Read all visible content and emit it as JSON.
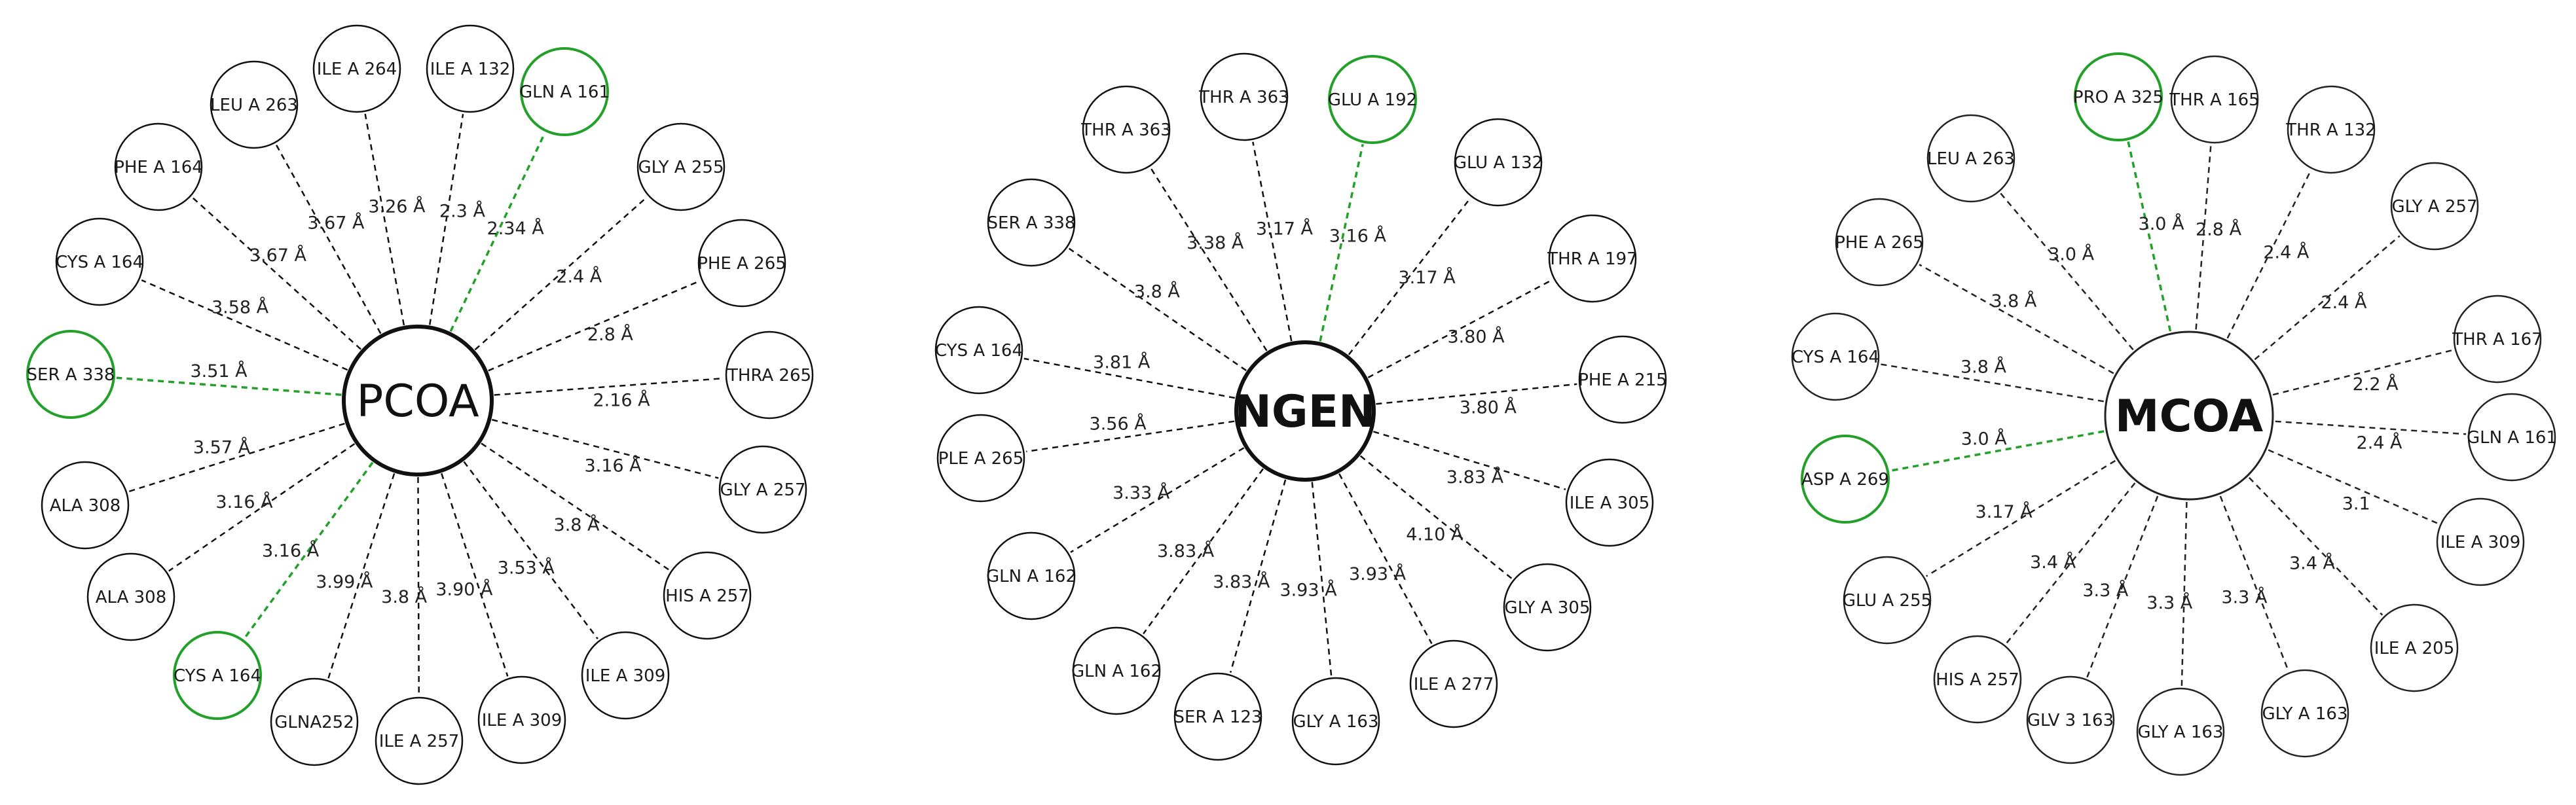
{
  "colors": {
    "default_stroke": "#111111",
    "highlight": "#22a02a",
    "background": "#ffffff"
  },
  "panels": [
    {
      "center": "PCOA",
      "residues": [
        {
          "name": "ILE A 264",
          "distance": "3.26 Å",
          "highlight": false
        },
        {
          "name": "ILE A 132",
          "distance": "2.3 Å",
          "highlight": false
        },
        {
          "name": "GLN A 161",
          "distance": "2.34 Å",
          "highlight": true
        },
        {
          "name": "GLY A 255",
          "distance": "2.4 Å",
          "highlight": false
        },
        {
          "name": "PHE A 265",
          "distance": "2.8 Å",
          "highlight": false
        },
        {
          "name": "THRA 265",
          "distance": "2.16 Å",
          "highlight": false
        },
        {
          "name": "GLY A 257",
          "distance": "3.16 Å",
          "highlight": false
        },
        {
          "name": "HIS A 257",
          "distance": "3.8 Å",
          "highlight": false
        },
        {
          "name": "ILE A 309",
          "distance": "3.53 Å",
          "highlight": false
        },
        {
          "name": "ILE A 309",
          "distance": "3.90 Å",
          "highlight": false
        },
        {
          "name": "ILE A 257",
          "distance": "3.8 Å",
          "highlight": false
        },
        {
          "name": "GLNA252",
          "distance": "3.99 Å",
          "highlight": false
        },
        {
          "name": "CYS A 164",
          "distance": "3.16 Å",
          "highlight": true
        },
        {
          "name": "ALA 308",
          "distance": "3.16 Å",
          "highlight": false
        },
        {
          "name": "ALA 308",
          "distance": "3.57 Å",
          "highlight": false
        },
        {
          "name": "SER A 338",
          "distance": "3.51 Å",
          "highlight": true
        },
        {
          "name": "CYS A 164",
          "distance": "3.58 Å",
          "highlight": false
        },
        {
          "name": "PHE A 164",
          "distance": "3.67 Å",
          "highlight": false
        },
        {
          "name": "LEU A 263",
          "distance": "3.67 Å",
          "highlight": false
        }
      ]
    },
    {
      "center": "NGEN",
      "residues": [
        {
          "name": "THR A 363",
          "distance": "3.17 Å",
          "highlight": false
        },
        {
          "name": "GLU A 192",
          "distance": "3.16 Å",
          "highlight": true
        },
        {
          "name": "GLU A 132",
          "distance": "3.17 Å",
          "highlight": false
        },
        {
          "name": "THR A 197",
          "distance": "3.80 Å",
          "highlight": false
        },
        {
          "name": "PHE A 215",
          "distance": "3.80 Å",
          "highlight": false
        },
        {
          "name": "ILE A 305",
          "distance": "3.83 Å",
          "highlight": false
        },
        {
          "name": "GLY A 305",
          "distance": "4.10 Å",
          "highlight": false
        },
        {
          "name": "ILE A 277",
          "distance": "3.93 Å",
          "highlight": false
        },
        {
          "name": "GLY A 163",
          "distance": "3.93 Å",
          "highlight": false
        },
        {
          "name": "SER A 123",
          "distance": "3.83 Å",
          "highlight": false
        },
        {
          "name": "GLN A 162",
          "distance": "3.83 Å",
          "highlight": false
        },
        {
          "name": "GLN A 162",
          "distance": "3.33 Å",
          "highlight": false
        },
        {
          "name": "PLE A 265",
          "distance": "3.56 Å",
          "highlight": false
        },
        {
          "name": "CYS A 164",
          "distance": "3.81 Å",
          "highlight": false
        },
        {
          "name": "SER A 338",
          "distance": "3.8 Å",
          "highlight": false
        },
        {
          "name": "THR A 363",
          "distance": "3.38 Å",
          "highlight": false
        }
      ]
    },
    {
      "center": "MCOA",
      "residues": [
        {
          "name": "PRO A 325",
          "distance": "3.0 Å",
          "highlight": true
        },
        {
          "name": "THR A 165",
          "distance": "2.8 Å",
          "highlight": false
        },
        {
          "name": "THR A 132",
          "distance": "2.4 Å",
          "highlight": false
        },
        {
          "name": "GLY A 257",
          "distance": "2.4 Å",
          "highlight": false
        },
        {
          "name": "THR A 167",
          "distance": "2.2 Å",
          "highlight": false
        },
        {
          "name": "GLN A 161",
          "distance": "2.4 Å",
          "highlight": false
        },
        {
          "name": "ILE A 309",
          "distance": "3.1",
          "highlight": false
        },
        {
          "name": "ILE A 205",
          "distance": "3.4 Å",
          "highlight": false
        },
        {
          "name": "GLY A 163",
          "distance": "3.3 Å",
          "highlight": false
        },
        {
          "name": "GLY A 163",
          "distance": "3.3 Å",
          "highlight": false
        },
        {
          "name": "GLV 3 163",
          "distance": "3.3 Å",
          "highlight": false
        },
        {
          "name": "HIS A 257",
          "distance": "3.4 Å",
          "highlight": false
        },
        {
          "name": "GLU A 255",
          "distance": "3.17 Å",
          "highlight": false
        },
        {
          "name": "ASP A 269",
          "distance": "3.0 Å",
          "highlight": true
        },
        {
          "name": "CYS A 164",
          "distance": "3.8 Å",
          "highlight": false
        },
        {
          "name": "PHE A 265",
          "distance": "3.8 Å",
          "highlight": false
        },
        {
          "name": "LEU A 263",
          "distance": "3.0 Å",
          "highlight": false
        }
      ]
    }
  ]
}
